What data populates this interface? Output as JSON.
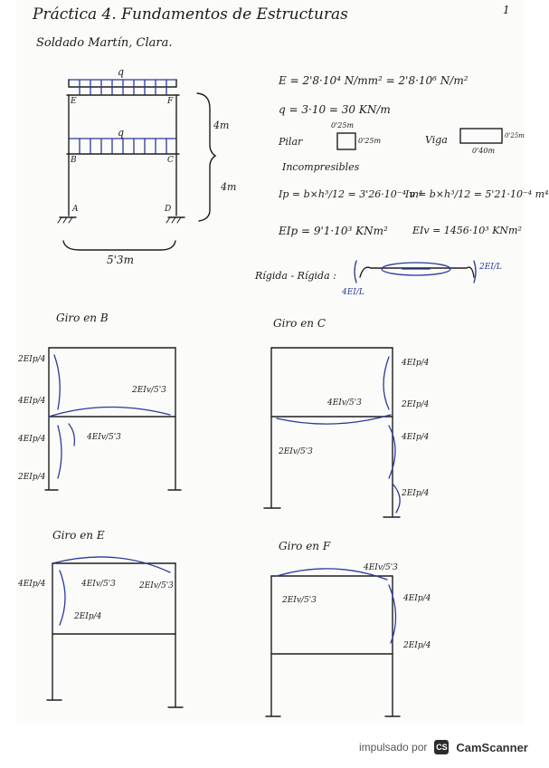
{
  "header": {
    "title": "Práctica 4. Fundamentos de Estructuras",
    "author": "Soldado Martín, Clara.",
    "page_number": "1"
  },
  "frame": {
    "load_q": "q",
    "nodes": {
      "e": "E",
      "f": "F",
      "b": "B",
      "c": "C",
      "a": "A",
      "d": "D"
    },
    "height_1": "4m",
    "height_2": "4m",
    "span": "5'3m"
  },
  "data_block": {
    "e_line": "E = 2'8·10⁴ N/mm² = 2'8·10⁶ N/m²",
    "q_line": "q = 3·10 = 30 KN/m",
    "pilar_label": "Pilar",
    "pilar_dim_top": "0'25m",
    "pilar_dim_side": "0'25m",
    "viga_label": "Viga",
    "viga_dim_side": "0'25m",
    "viga_dim_bottom": "0'40m",
    "incompressible": "Incompresibles",
    "ip_formula": "Ip = b×h³/12 = 3'26·10⁻⁴ m⁴",
    "iv_formula": "Iv = b×h³/12 = 5'21·10⁻⁴ m⁴",
    "eip_value": "EIp = 9'1·10³ KNm²",
    "eiv_value": "EIv = 1456·10³ KNm²"
  },
  "rigid": {
    "label": "Rígida - Rígida :",
    "right": "2EI/L",
    "left": "4EI/L"
  },
  "diagrams": {
    "b": {
      "title": "Giro en B",
      "labels": [
        "2EIp/4",
        "4EIp/4",
        "4EIp/4",
        "2EIp/4",
        "4EIv/5'3",
        "2EIv/5'3"
      ]
    },
    "c": {
      "title": "Giro en C",
      "labels": [
        "4EIp/4",
        "2EIp/4",
        "4EIv/5'3",
        "4EIp/4",
        "2EIv/5'3",
        "2EIp/4"
      ]
    },
    "e": {
      "title": "Giro en E",
      "labels": [
        "4EIp/4",
        "4EIv/5'3",
        "2EIv/5'3",
        "2EIp/4"
      ]
    },
    "f": {
      "title": "Giro en F",
      "labels": [
        "4EIv/5'3",
        "2EIv/5'3",
        "4EIp/4",
        "2EIp/4"
      ]
    }
  },
  "footer": {
    "powered_by": "impulsado por",
    "badge": "CS",
    "brand": "CamScanner"
  }
}
